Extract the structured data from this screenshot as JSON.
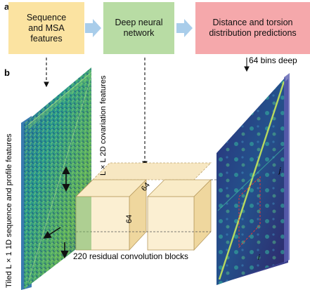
{
  "panel_a": {
    "label": "a",
    "steps": [
      {
        "text": "Sequence\nand MSA\nfeatures",
        "color": "#fbe3a1"
      },
      {
        "text": "Deep neural\nnetwork",
        "color": "#b8dca4"
      },
      {
        "text": "Distance and torsion\ndistribution predictions",
        "color": "#f5a8ab"
      }
    ],
    "arrow_color": "#a9cdea"
  },
  "panel_b": {
    "label": "b",
    "left_vertical_label": "Tiled L × 1 1D sequence and profile features",
    "covariation_label": "L × L 2D covariation features",
    "block_dim_top": "64",
    "block_dim_side": "64",
    "residual_label": "220 residual convolution blocks",
    "bins_label": "64 bins deep",
    "axis_i": "i",
    "axis_j": "j"
  }
}
